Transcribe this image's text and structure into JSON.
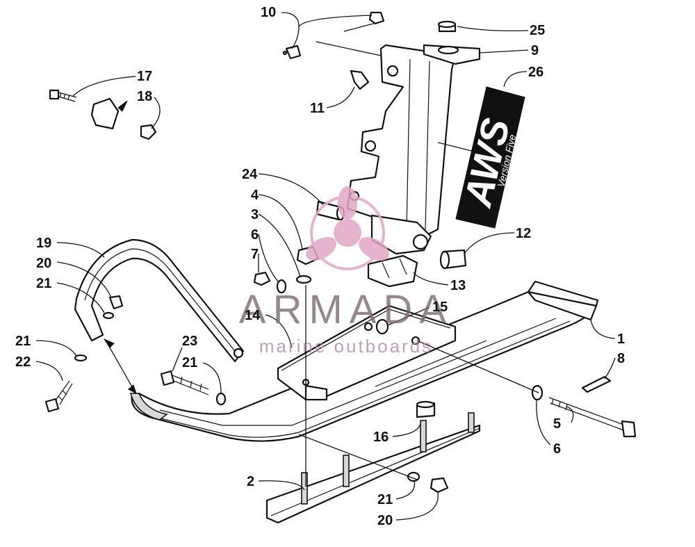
{
  "diagram": {
    "labels": [
      {
        "id": "c10",
        "text": "10"
      },
      {
        "id": "c25",
        "text": "25"
      },
      {
        "id": "c9",
        "text": "9"
      },
      {
        "id": "c26",
        "text": "26"
      },
      {
        "id": "c11",
        "text": "11"
      },
      {
        "id": "c17",
        "text": "17"
      },
      {
        "id": "c18",
        "text": "18"
      },
      {
        "id": "c24",
        "text": "24"
      },
      {
        "id": "c4",
        "text": "4"
      },
      {
        "id": "c3",
        "text": "3"
      },
      {
        "id": "c6a",
        "text": "6"
      },
      {
        "id": "c7",
        "text": "7"
      },
      {
        "id": "c12",
        "text": "12"
      },
      {
        "id": "c13",
        "text": "13"
      },
      {
        "id": "c19",
        "text": "19"
      },
      {
        "id": "c20a",
        "text": "20"
      },
      {
        "id": "c21a",
        "text": "21"
      },
      {
        "id": "c15",
        "text": "15"
      },
      {
        "id": "c14",
        "text": "14"
      },
      {
        "id": "c1",
        "text": "1"
      },
      {
        "id": "c21b",
        "text": "21"
      },
      {
        "id": "c22",
        "text": "22"
      },
      {
        "id": "c23",
        "text": "23"
      },
      {
        "id": "c21c",
        "text": "21"
      },
      {
        "id": "c8",
        "text": "8"
      },
      {
        "id": "c5",
        "text": "5"
      },
      {
        "id": "c6b",
        "text": "6"
      },
      {
        "id": "c16",
        "text": "16"
      },
      {
        "id": "c2",
        "text": "2"
      },
      {
        "id": "c21d",
        "text": "21"
      },
      {
        "id": "c20b",
        "text": "20"
      }
    ],
    "decal": {
      "text": "AWS",
      "subtext": "Version Five"
    }
  },
  "watermark": {
    "title": "ARMADA",
    "subtitle": "marine outboards",
    "color": "#e2a6c4"
  }
}
